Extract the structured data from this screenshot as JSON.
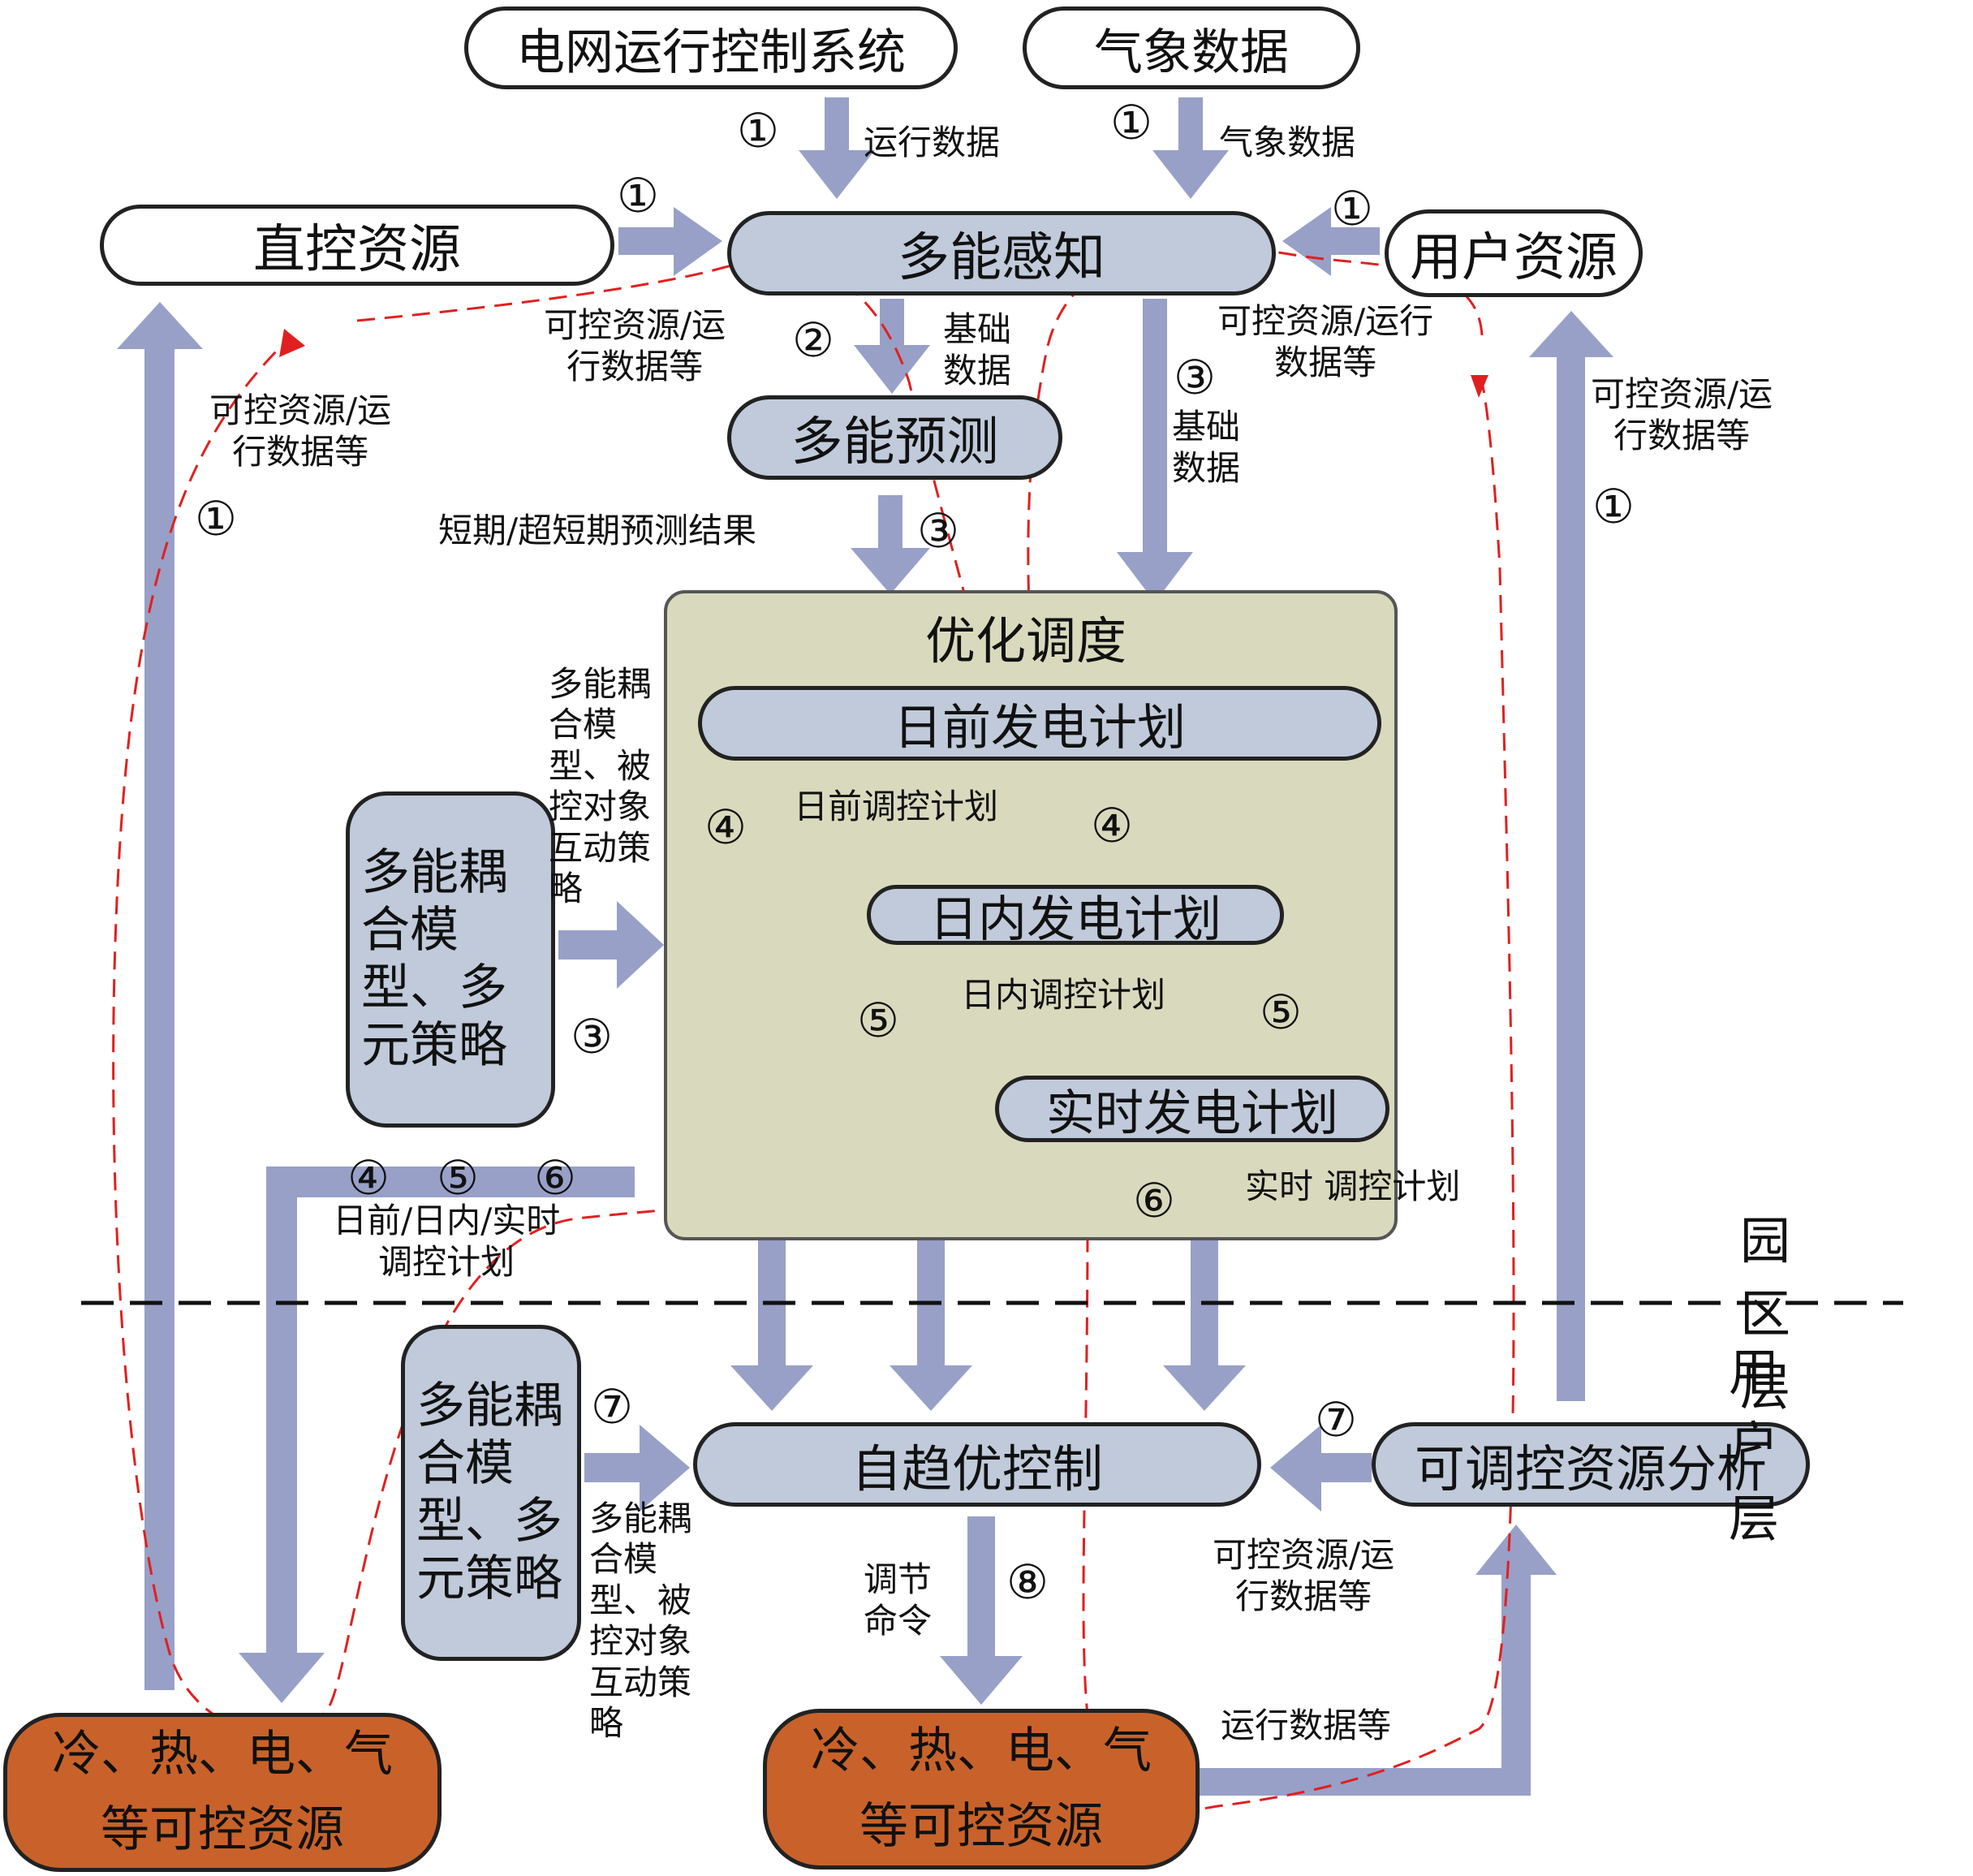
{
  "nodes": {
    "grid_system": "电网运行控制系统",
    "weather": "气象数据",
    "direct_resource": "直控资源",
    "perception": "多能感知",
    "user_resource": "用户资源",
    "prediction": "多能预测",
    "optimization": "优化调度",
    "day_ahead": "日前发电计划",
    "intraday": "日内发电计划",
    "realtime": "实时发电计划",
    "coupling_top": "多能耦合模型、多元策略",
    "coupling_bottom": "多能耦合模型、多元策略",
    "self_opt": "自趋优控制",
    "adjustable": "可调控资源分析",
    "resource_left": "冷、热、电、气\n等可控资源",
    "resource_right": "冷、热、电、气\n等可控资源"
  },
  "labels": {
    "run_data": "运行数据",
    "weather_data": "气象数据",
    "ctrl_data_1": "可控资源/运\n行数据等",
    "base_data_1": "基础\n数据",
    "ctrl_data_2": "可控资源/运行\n数据等",
    "ctrl_data_left": "可控资源/运\n行数据等",
    "base_data_2": "基础\n数据",
    "ctrl_data_right": "可控资源/运\n行数据等",
    "forecast": "短期/超短期预测结果",
    "coupling_note_top": "多能耦\n合模\n型、被\n控对象\n互动策\n略",
    "day_ahead_ctrl": "日前调控计划",
    "intraday_ctrl": "日内调控计划",
    "realtime_ctrl": "实时 调控计划",
    "plan_ctrl": "日前/日内/实时\n调控计划",
    "coupling_note_bottom": "多能耦\n合模\n型、被\n控对象\n互动策\n略",
    "adjust_cmd": "调节\n命令",
    "ctrl_data_bottom": "可控资源/运\n行数据等",
    "run_data_etc": "运行数据等"
  },
  "layers": {
    "park": "园区层",
    "user": "用户层"
  },
  "steps": {
    "s1": "①",
    "s2": "②",
    "s3": "③",
    "s4": "④",
    "s5": "⑤",
    "s6": "⑥",
    "s7": "⑦",
    "s8": "⑧"
  },
  "colors": {
    "arrow": "#98a0c8",
    "inner_arrow": "#8a9ab8",
    "box_blue": "#c0cada",
    "box_orange": "#c8622a",
    "opt_panel": "#d9dabd",
    "dashed_flow": "#e02020"
  }
}
